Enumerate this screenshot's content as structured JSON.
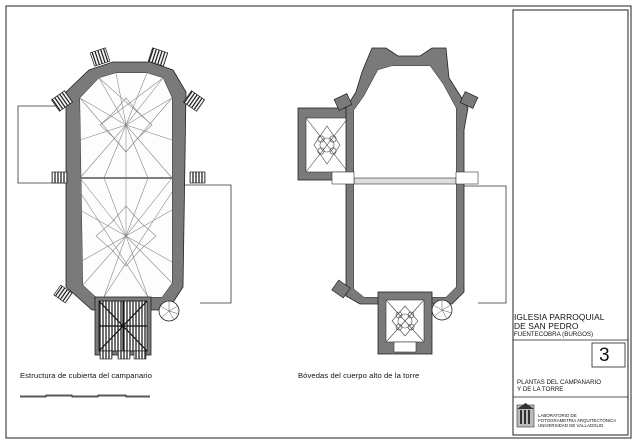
{
  "drawing": {
    "left_caption": "Estructura de cubierta del campanario",
    "right_caption": "Bóvedas del cuerpo alto de la torre"
  },
  "title_block": {
    "title_line_1": "IGLESIA PARROQUIAL",
    "title_line_2": "DE SAN PEDRO",
    "location": "FUENTECOBRA (BURGOS)",
    "sheet_number": "3",
    "sheet_title_line_1": "PLANTAS DEL CAMPANARIO",
    "sheet_title_line_2": "Y DE LA TORRE",
    "lab_line_1": "LABORATORIO DE",
    "lab_line_2": "FOTOGRAMETRÍA ARQUITECTÓNICA",
    "lab_line_3": "UNIVERSIDAD DE VALLADOLID"
  }
}
